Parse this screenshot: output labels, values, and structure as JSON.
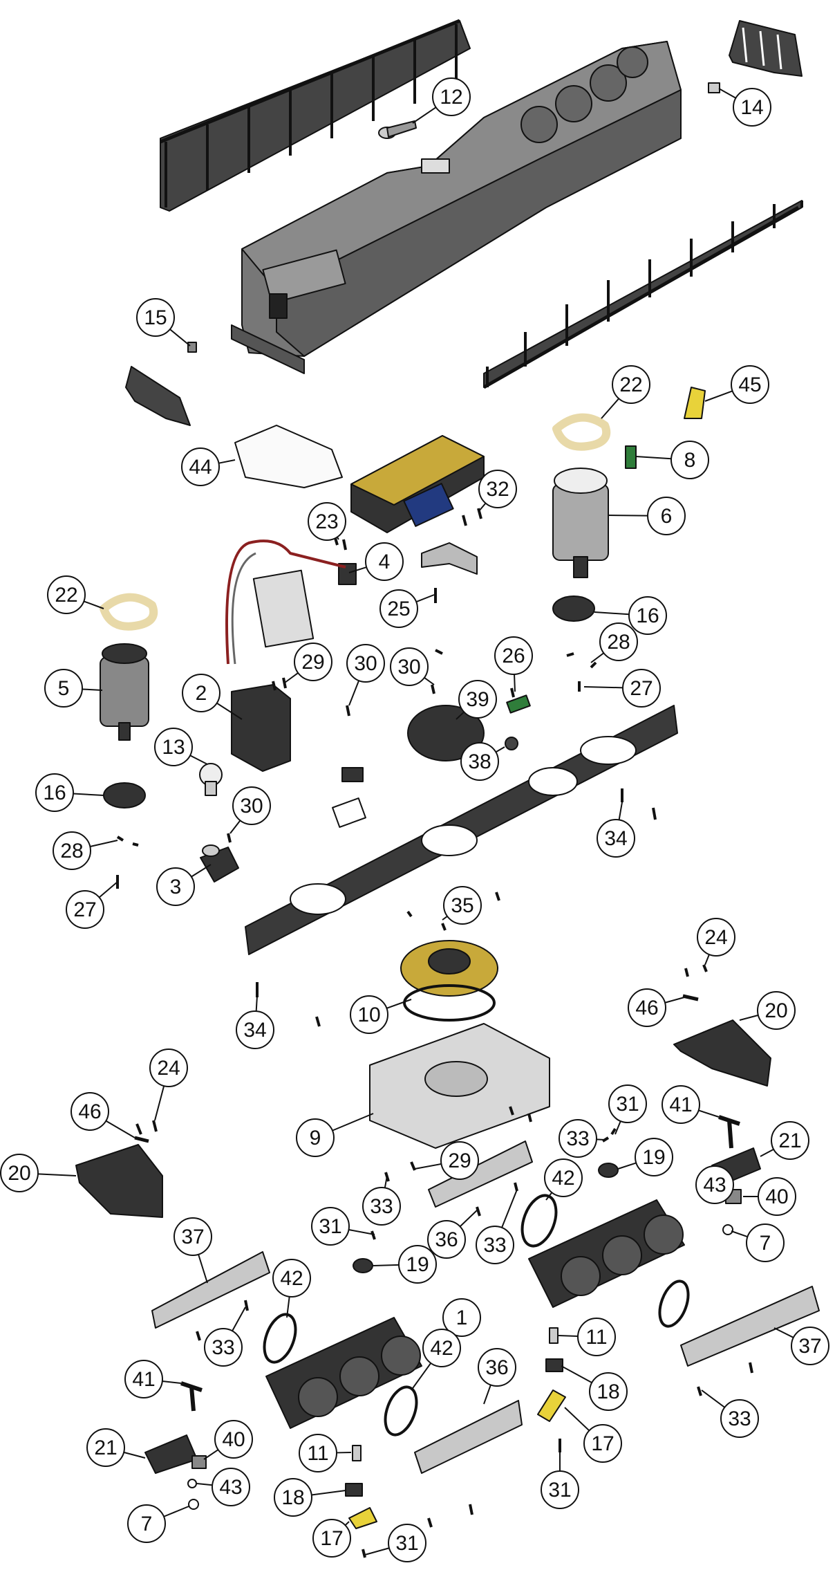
{
  "callouts": [
    {
      "id": "c1",
      "label": "1"
    },
    {
      "id": "c2",
      "label": "2"
    },
    {
      "id": "c3",
      "label": "3"
    },
    {
      "id": "c4",
      "label": "4"
    },
    {
      "id": "c5",
      "label": "5"
    },
    {
      "id": "c6",
      "label": "6"
    },
    {
      "id": "c7a",
      "label": "7"
    },
    {
      "id": "c7b",
      "label": "7"
    },
    {
      "id": "c8",
      "label": "8"
    },
    {
      "id": "c9",
      "label": "9"
    },
    {
      "id": "c10",
      "label": "10"
    },
    {
      "id": "c11a",
      "label": "11"
    },
    {
      "id": "c11b",
      "label": "11"
    },
    {
      "id": "c12",
      "label": "12"
    },
    {
      "id": "c13",
      "label": "13"
    },
    {
      "id": "c14",
      "label": "14"
    },
    {
      "id": "c15",
      "label": "15"
    },
    {
      "id": "c16a",
      "label": "16"
    },
    {
      "id": "c16b",
      "label": "16"
    },
    {
      "id": "c17a",
      "label": "17"
    },
    {
      "id": "c17b",
      "label": "17"
    },
    {
      "id": "c18a",
      "label": "18"
    },
    {
      "id": "c18b",
      "label": "18"
    },
    {
      "id": "c19a",
      "label": "19"
    },
    {
      "id": "c19b",
      "label": "19"
    },
    {
      "id": "c20a",
      "label": "20"
    },
    {
      "id": "c20b",
      "label": "20"
    },
    {
      "id": "c21a",
      "label": "21"
    },
    {
      "id": "c21b",
      "label": "21"
    },
    {
      "id": "c22a",
      "label": "22"
    },
    {
      "id": "c22b",
      "label": "22"
    },
    {
      "id": "c23",
      "label": "23"
    },
    {
      "id": "c24a",
      "label": "24"
    },
    {
      "id": "c24b",
      "label": "24"
    },
    {
      "id": "c25",
      "label": "25"
    },
    {
      "id": "c26",
      "label": "26"
    },
    {
      "id": "c27a",
      "label": "27"
    },
    {
      "id": "c27b",
      "label": "27"
    },
    {
      "id": "c28a",
      "label": "28"
    },
    {
      "id": "c28b",
      "label": "28"
    },
    {
      "id": "c29a",
      "label": "29"
    },
    {
      "id": "c29b",
      "label": "29"
    },
    {
      "id": "c30a",
      "label": "30"
    },
    {
      "id": "c30b",
      "label": "30"
    },
    {
      "id": "c30c",
      "label": "30"
    },
    {
      "id": "c31a",
      "label": "31"
    },
    {
      "id": "c31b",
      "label": "31"
    },
    {
      "id": "c31c",
      "label": "31"
    },
    {
      "id": "c31d",
      "label": "31"
    },
    {
      "id": "c32",
      "label": "32"
    },
    {
      "id": "c33a",
      "label": "33"
    },
    {
      "id": "c33b",
      "label": "33"
    },
    {
      "id": "c33c",
      "label": "33"
    },
    {
      "id": "c33d",
      "label": "33"
    },
    {
      "id": "c33e",
      "label": "33"
    },
    {
      "id": "c34a",
      "label": "34"
    },
    {
      "id": "c34b",
      "label": "34"
    },
    {
      "id": "c35",
      "label": "35"
    },
    {
      "id": "c36a",
      "label": "36"
    },
    {
      "id": "c36b",
      "label": "36"
    },
    {
      "id": "c37a",
      "label": "37"
    },
    {
      "id": "c37b",
      "label": "37"
    },
    {
      "id": "c38",
      "label": "38"
    },
    {
      "id": "c39",
      "label": "39"
    },
    {
      "id": "c40a",
      "label": "40"
    },
    {
      "id": "c40b",
      "label": "40"
    },
    {
      "id": "c41a",
      "label": "41"
    },
    {
      "id": "c41b",
      "label": "41"
    },
    {
      "id": "c42a",
      "label": "42"
    },
    {
      "id": "c42b",
      "label": "42"
    },
    {
      "id": "c42c",
      "label": "42"
    },
    {
      "id": "c43a",
      "label": "43"
    },
    {
      "id": "c43b",
      "label": "43"
    },
    {
      "id": "c44",
      "label": "44"
    },
    {
      "id": "c45",
      "label": "45"
    },
    {
      "id": "c46a",
      "label": "46"
    },
    {
      "id": "c46b",
      "label": "46"
    }
  ],
  "colors": {
    "body_shell": "#707070",
    "dark_part": "#2a2a2a",
    "frame": "#3a3a3a",
    "light_part": "#d8d8d8",
    "silver_part": "#bdbdbd",
    "gold_pcb": "#c8a93a",
    "green_pcb": "#2f7d3a",
    "yellow_part": "#e8d23a",
    "band_beige": "#e8d9a8",
    "callout_stroke": "#111111"
  }
}
